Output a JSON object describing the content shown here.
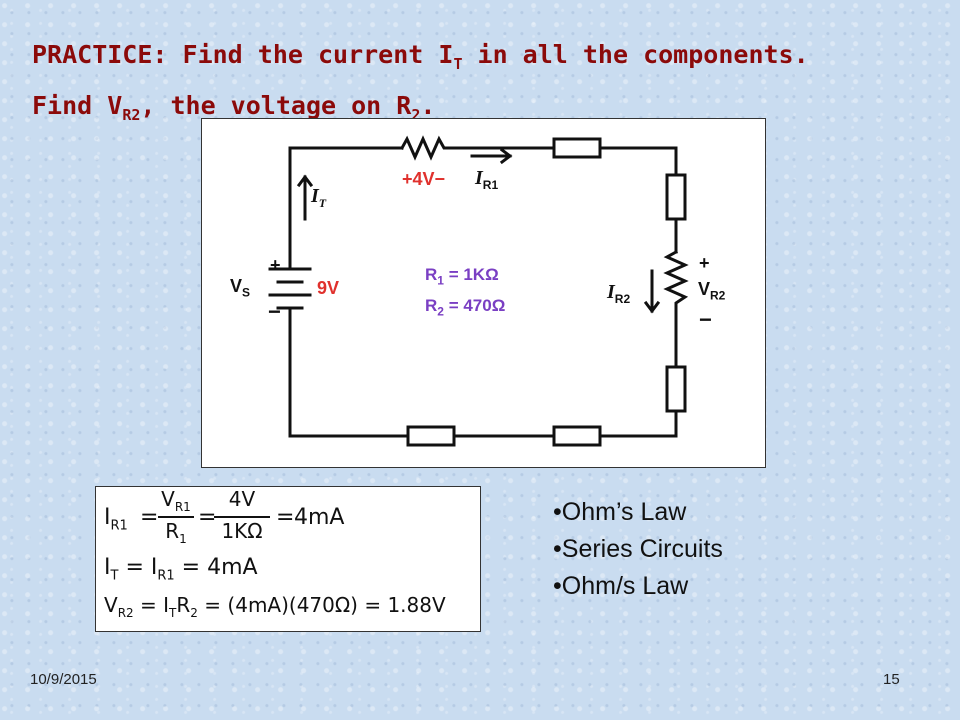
{
  "slide": {
    "title_line1_pre": "PRACTICE: Find the current I",
    "title_line1_sub": "T",
    "title_line1_post": " in all the components.",
    "title_line2_pre": "Find V",
    "title_line2_sub": "R2",
    "title_line2_mid": ", the voltage on R",
    "title_line2_sub2": "2",
    "title_line2_post": "."
  },
  "circuit": {
    "vs_label": "V",
    "vs_sub": "S",
    "source_value": "9V",
    "plus": "+",
    "minus": "−",
    "it_label": "I",
    "it_sub": "T",
    "vr1_label": "+4V−",
    "ir1_label": "I",
    "ir1_sub": "R1",
    "r1_line_pre": "R",
    "r1_sub": "1",
    "r1_line_post": " = 1KΩ",
    "r2_line_pre": "R",
    "r2_sub": "2",
    "r2_line_post": " = 470Ω",
    "ir2_label": "I",
    "ir2_sub": "R2",
    "vr2_plus": "+",
    "vr2_label": "V",
    "vr2_sub": "R2",
    "vr2_minus": "−"
  },
  "equations": {
    "line1_lhs": "I",
    "line1_lhs_sub": "R1",
    "eq": "=",
    "frac1_num": "V",
    "frac1_num_sub": "R1",
    "frac1_den": "R",
    "frac1_den_sub": "1",
    "frac2_num": "4V",
    "frac2_den": "1KΩ",
    "line1_result": "4mA",
    "line2": "I",
    "line2_sub": "T",
    "line2_mid": " = I",
    "line2_sub2": "R1",
    "line2_end": " = 4mA",
    "line3_v": "V",
    "line3_v_sub": "R2",
    "line3_mid": " = I",
    "line3_t_sub": "T",
    "line3_r": "R",
    "line3_r_sub": "2",
    "line3_end": " = (4mA)(470Ω) = 1.88V"
  },
  "bullets": [
    "Ohm’s Law",
    "Series Circuits",
    "Ohm/s Law"
  ],
  "footer": {
    "date": "10/9/2015",
    "page_number": "15"
  }
}
